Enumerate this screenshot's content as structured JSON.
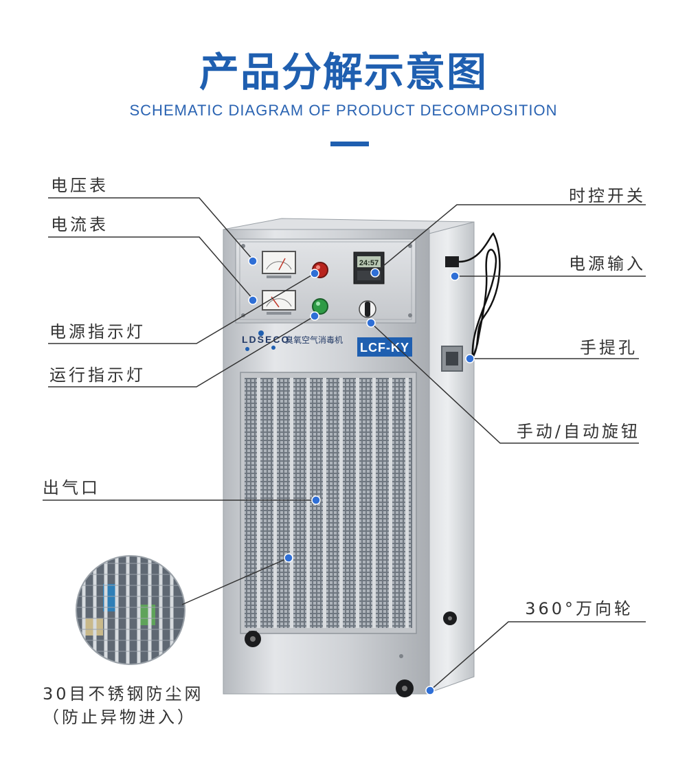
{
  "title": "产品分解示意图",
  "subtitle": "SCHEMATIC DIAGRAM OF PRODUCT DECOMPOSITION",
  "labels": {
    "voltmeter": "电压表",
    "ammeter": "电流表",
    "power_indicator": "电源指示灯",
    "run_indicator": "运行指示灯",
    "air_outlet": "出气口",
    "timer_switch": "时控开关",
    "power_input": "电源输入",
    "handle": "手提孔",
    "manual_auto_knob": "手动/自动旋钮",
    "caster": "360°万向轮",
    "mesh_line1": "30目不锈钢防尘网",
    "mesh_line2": "（防止异物进入）"
  },
  "machine": {
    "brand": "LDSECO",
    "product_name": "臭氧空气消毒机",
    "model": "LCF-KY",
    "timer_display": "24:57"
  },
  "colors": {
    "title_blue": "#1f5fb0",
    "marker_blue": "#2f6fd6",
    "cabinet_steel": "#c9ccd0"
  }
}
